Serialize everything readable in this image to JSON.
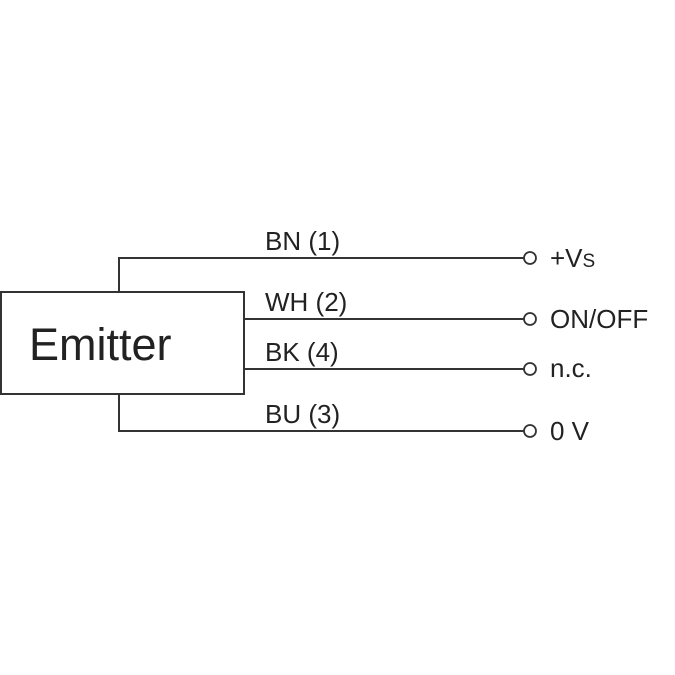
{
  "device": {
    "label": "Emitter"
  },
  "wires": [
    {
      "label": "BN (1)",
      "terminal": "+Vs",
      "terminal_main": "+V",
      "terminal_sub": "S"
    },
    {
      "label": "WH (2)",
      "terminal": "ON/OFF"
    },
    {
      "label": "BK (4)",
      "terminal": "n.c."
    },
    {
      "label": "BU (3)",
      "terminal": "0 V"
    }
  ],
  "colors": {
    "line": "#333333",
    "text": "#222222",
    "background": "#ffffff"
  }
}
